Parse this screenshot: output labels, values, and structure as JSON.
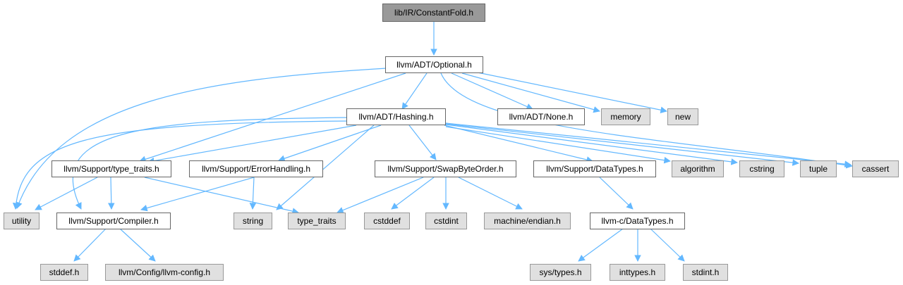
{
  "colors": {
    "edge": "#63b8ff",
    "root_fill": "#999999",
    "internal_fill": "#ffffff",
    "system_fill": "#e0e0e0",
    "border": "#666666"
  },
  "nodes": {
    "constantfold": "lib/IR/ConstantFold.h",
    "optional": "llvm/ADT/Optional.h",
    "hashing": "llvm/ADT/Hashing.h",
    "none": "llvm/ADT/None.h",
    "memory": "memory",
    "new": "new",
    "type_traits_h": "llvm/Support/type_traits.h",
    "errorhandling": "llvm/Support/ErrorHandling.h",
    "swapbyteorder": "llvm/Support/SwapByteOrder.h",
    "datatypes": "llvm/Support/DataTypes.h",
    "algorithm": "algorithm",
    "cstring": "cstring",
    "tuple": "tuple",
    "cassert": "cassert",
    "utility": "utility",
    "compiler": "llvm/Support/Compiler.h",
    "string": "string",
    "type_traits": "type_traits",
    "cstddef": "cstddef",
    "cstdint": "cstdint",
    "endian": "machine/endian.h",
    "c_datatypes": "llvm-c/DataTypes.h",
    "stddef": "stddef.h",
    "llvm_config": "llvm/Config/llvm-config.h",
    "sys_types": "sys/types.h",
    "inttypes": "inttypes.h",
    "stdint": "stdint.h"
  }
}
